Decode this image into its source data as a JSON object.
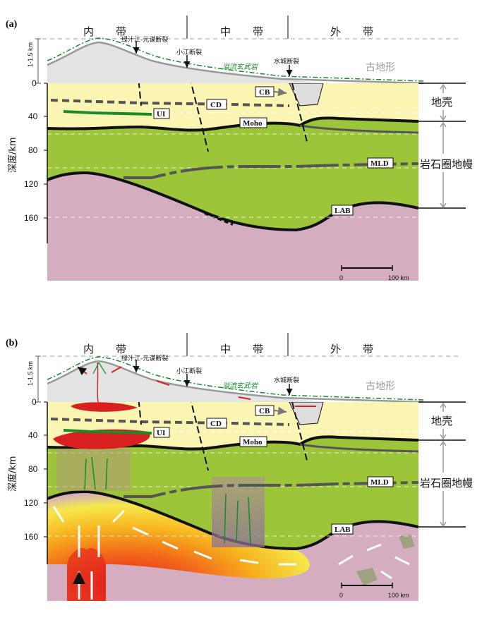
{
  "panel_a": {
    "label": "(a)",
    "zones": {
      "inner": "内　带",
      "middle": "中　带",
      "outer": "外　带"
    },
    "faults": {
      "lvzhijiang": "绿汁江-元谋断裂",
      "xiaojiang": "小江断裂",
      "shuicheng": "水城断裂"
    },
    "basalt_label": "溢流玄武岩",
    "paleo_label": "古地形",
    "elevation_label": "1-1.5 km",
    "depth_axis_label": "深度/km",
    "depth_ticks": [
      "0",
      "40",
      "80",
      "120",
      "160"
    ],
    "boxes": {
      "cb": "CB",
      "cd": "CD",
      "ui": "UI",
      "moho": "Moho",
      "mld": "MLD",
      "lab": "LAB"
    },
    "right_labels": {
      "crust": "地壳",
      "mantle": "岩石圈地幔"
    },
    "scale": {
      "start": "0",
      "end": "100 km"
    }
  },
  "panel_b": {
    "label": "(b)",
    "zones": {
      "inner": "内　带",
      "middle": "中　带",
      "outer": "外　带"
    },
    "faults": {
      "lvzhijiang": "绿汁江-元谋断裂",
      "xiaojiang": "小江断裂",
      "shuicheng": "水城断裂"
    },
    "basalt_label": "溢流玄武岩",
    "paleo_label": "古地形",
    "elevation_label": "1-1.5 km",
    "depth_axis_label": "深度/km",
    "depth_ticks": [
      "0",
      "40",
      "80",
      "120",
      "160"
    ],
    "boxes": {
      "cb": "CB",
      "cd": "CD",
      "ui": "UI",
      "moho": "Moho",
      "mld": "MLD",
      "lab": "LAB"
    },
    "right_labels": {
      "crust": "地壳",
      "mantle": "岩石圈地幔"
    },
    "scale": {
      "start": "0",
      "end": "100 km"
    }
  },
  "colors": {
    "crust": "#fbf5b4",
    "mantle": "#9cc53a",
    "asthenosphere": "#d4aec0",
    "paleo_topo": "#e4e4e4",
    "basalt": "#1a8a2a",
    "plume_core": "#e02020",
    "plume_mid": "#f7a21c",
    "plume_outer": "#f8e840",
    "melt": "#d82020"
  }
}
